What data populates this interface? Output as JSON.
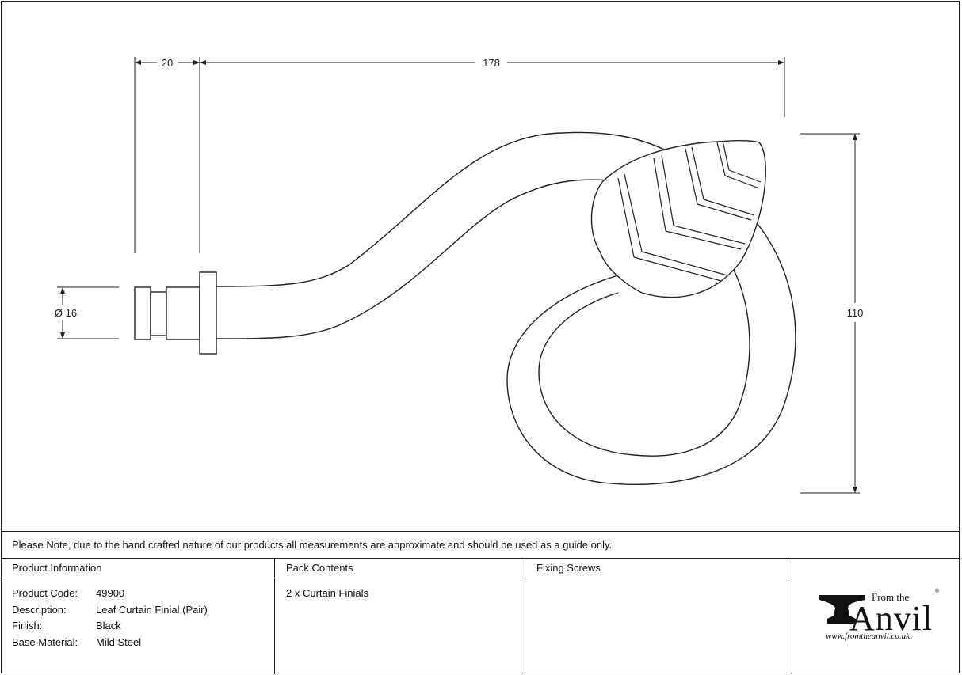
{
  "dimensions": {
    "flange_width": "20",
    "total_length": "178",
    "diameter": "Ø 16",
    "height": "110"
  },
  "note": "Please Note, due to the hand crafted nature of our products all measurements are approximate and should be used as a guide only.",
  "product_information": {
    "header": "Product Information",
    "rows": [
      {
        "label": "Product Code:",
        "value": "49900"
      },
      {
        "label": "Description:",
        "value": "Leaf Curtain Finial (Pair)"
      },
      {
        "label": "Finish:",
        "value": "Black"
      },
      {
        "label": "Base Material:",
        "value": "Mild Steel"
      }
    ]
  },
  "pack_contents": {
    "header": "Pack Contents",
    "items": [
      "2 x Curtain Finials"
    ]
  },
  "fixing_screws": {
    "header": "Fixing Screws"
  },
  "logo": {
    "from": "From the",
    "word": "Anvil",
    "url": "www.fromtheanvil.co.uk",
    "reg": "®"
  }
}
